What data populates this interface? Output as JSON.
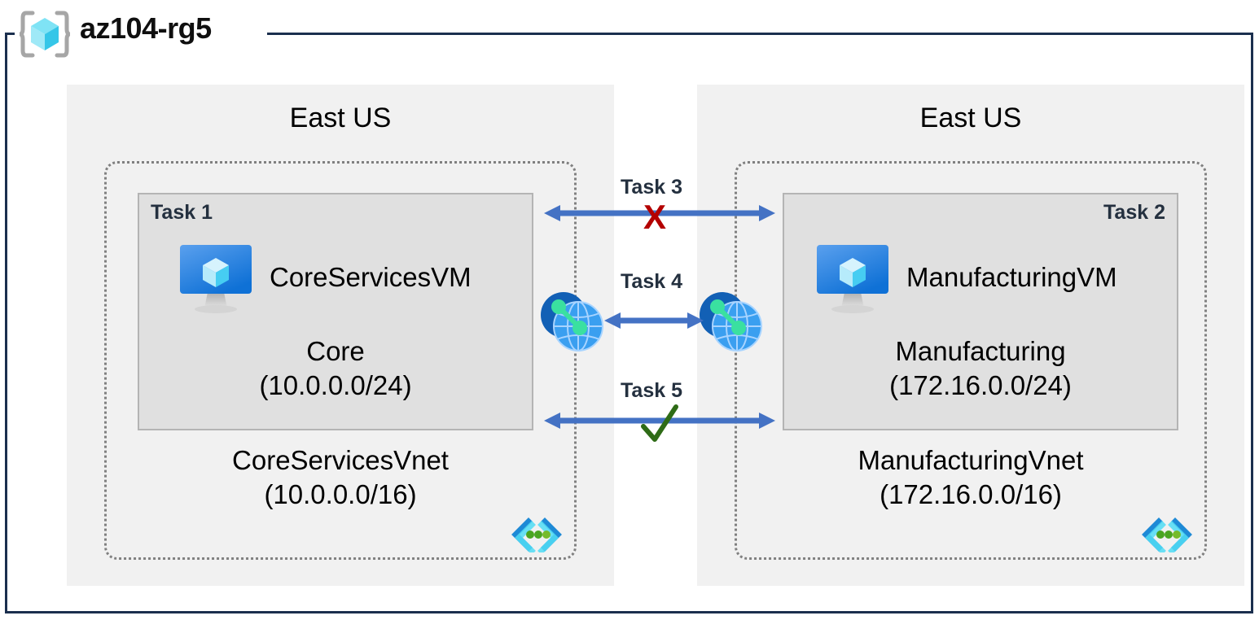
{
  "resource_group": {
    "name": "az104-rg5",
    "icon": "resource-group-cube-icon",
    "border_color": "#1b2f4e"
  },
  "regions": [
    {
      "id": "left",
      "label": "East US",
      "vnet": {
        "name": "CoreServicesVnet",
        "cidr": "(10.0.0.0/16)",
        "icon": "subnet-brackets-icon"
      },
      "subnet": {
        "task_tag": "Task 1",
        "task_align": "left",
        "vm_name": "CoreServicesVM",
        "vm_icon": "virtual-machine-icon",
        "name": "Core",
        "cidr": "(10.0.0.0/24)"
      }
    },
    {
      "id": "right",
      "label": "East US",
      "vnet": {
        "name": "ManufacturingVnet",
        "cidr": "(172.16.0.0/16)",
        "icon": "subnet-brackets-icon"
      },
      "subnet": {
        "task_tag": "Task 2",
        "task_align": "right",
        "vm_name": "ManufacturingVM",
        "vm_icon": "virtual-machine-icon",
        "name": "Manufacturing",
        "cidr": "(172.16.0.0/24)"
      }
    }
  ],
  "connectors": [
    {
      "id": "task3",
      "label": "Task 3",
      "status_mark": "X",
      "status_meaning": "blocked",
      "mark_color": "#b40000",
      "arrow_color": "#4472c4"
    },
    {
      "id": "task4",
      "label": "Task 4",
      "status_mark": "",
      "status_meaning": "peering",
      "arrow_color": "#4472c4",
      "left_icon": "virtual-network-globe-icon",
      "right_icon": "virtual-network-globe-icon"
    },
    {
      "id": "task5",
      "label": "Task 5",
      "status_mark": "check",
      "status_meaning": "allowed",
      "mark_color": "#2e6b16",
      "arrow_color": "#4472c4"
    }
  ],
  "colors": {
    "region_background": "#f1f1f1",
    "subnet_background": "#e0e0e0",
    "subnet_border": "#b4b4b4",
    "vnet_border": "#808080",
    "frame": "#1b2f4e",
    "arrow": "#4472c4",
    "text": "#000000",
    "task_text": "#24303f"
  }
}
